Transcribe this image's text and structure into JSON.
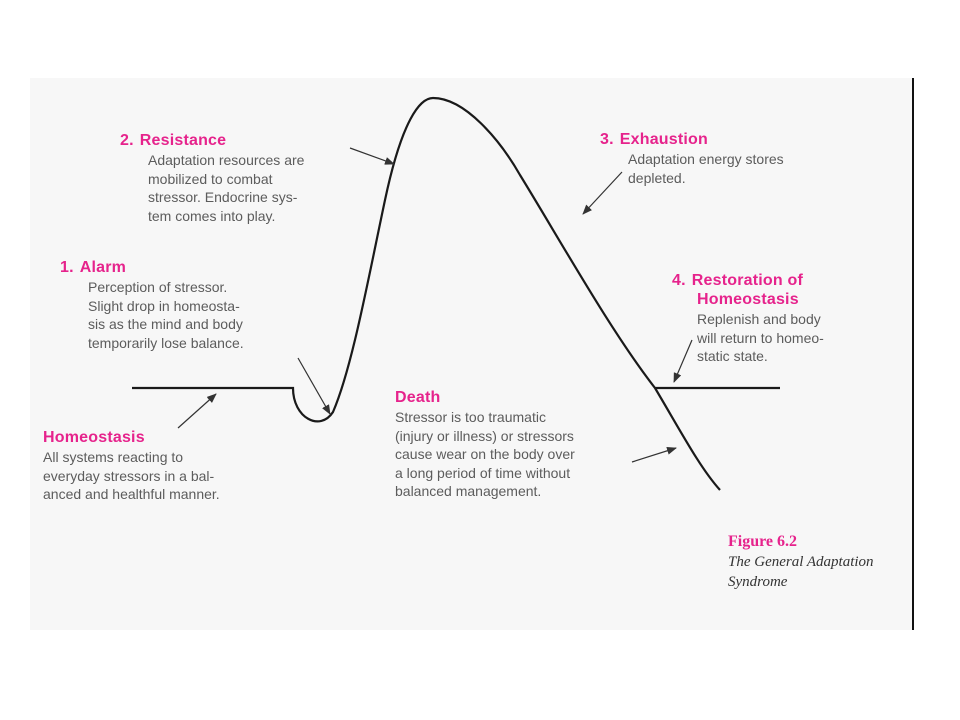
{
  "stages": {
    "resistance": {
      "number": "2.",
      "title": "Resistance",
      "lines": [
        "Adaptation resources are",
        "mobilized to combat",
        "stressor. Endocrine sys-",
        "tem comes into play."
      ]
    },
    "exhaustion": {
      "number": "3.",
      "title": "Exhaustion",
      "lines": [
        "Adaptation energy stores",
        "depleted."
      ]
    },
    "alarm": {
      "number": "1.",
      "title": "Alarm",
      "lines": [
        "Perception of stressor.",
        "Slight drop in homeosta-",
        "sis as the mind and body",
        "temporarily lose balance."
      ]
    },
    "restoration": {
      "number": "4.",
      "title_line1": "Restoration of",
      "title_line2": "Homeostasis",
      "lines": [
        "Replenish and body",
        "will return to homeo-",
        "static state."
      ]
    },
    "homeostasis": {
      "title": "Homeostasis",
      "lines": [
        "All systems reacting to",
        "everyday stressors in a bal-",
        "anced and healthful manner."
      ]
    },
    "death": {
      "title": "Death",
      "lines": [
        "Stressor is too traumatic",
        "(injury or illness) or stressors",
        "cause wear on the body over",
        "a long period of time without",
        "balanced management."
      ]
    }
  },
  "caption": {
    "figure": "Figure 6.2",
    "title_line1": "The General Adaptation",
    "title_line2": "Syndrome"
  },
  "colors": {
    "heading": "#e6238c",
    "body_text": "#5c5c5c",
    "curve": "#1a1a1a",
    "panel": "#f7f7f7"
  }
}
